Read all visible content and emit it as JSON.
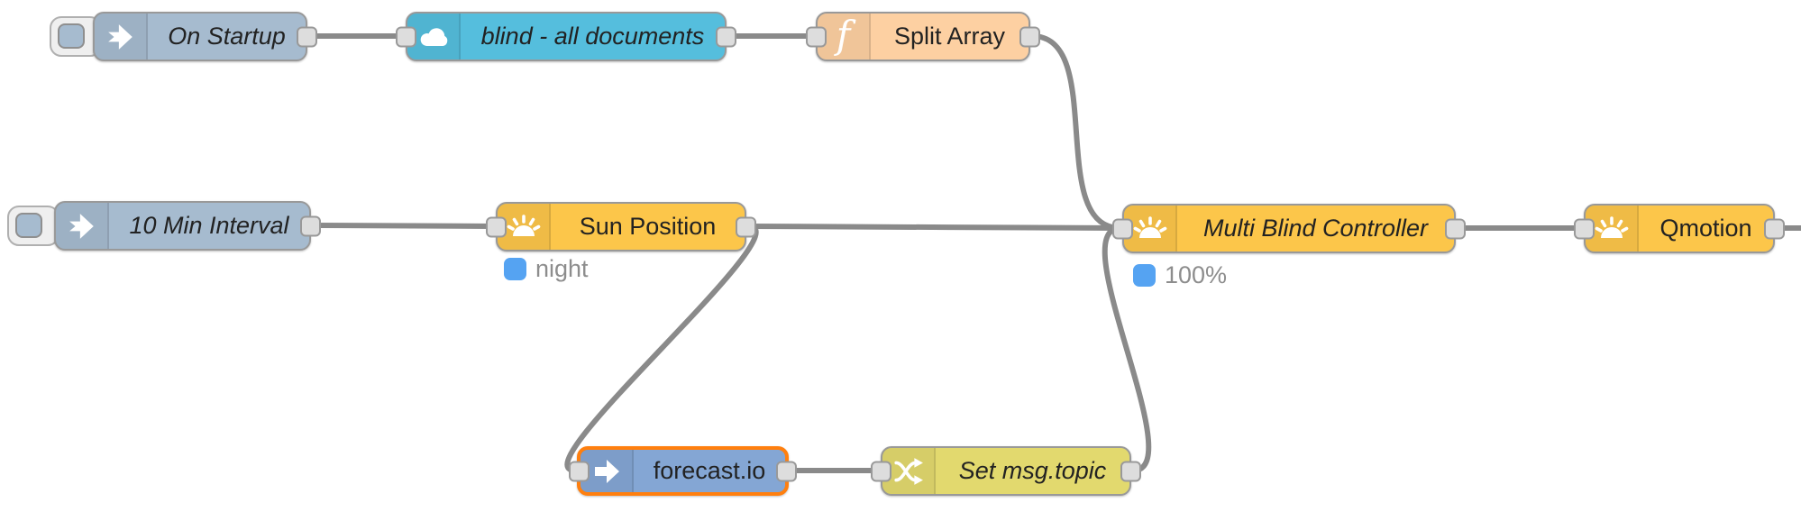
{
  "app": {
    "name": "Node-RED flow editor canvas"
  },
  "colors": {
    "inject_node": "#a6bbcf",
    "cloud_node": "#55bedd",
    "function_node": "#fdd0a2",
    "sun_node": "#fcc64a",
    "forecast_node": "#84a6d4",
    "change_node": "#e2d96e",
    "selected_border": "#ff7f0e",
    "status_dot": "#55a3f2",
    "wire": "#8a8a8a",
    "node_border": "#999999"
  },
  "nodes": {
    "on_startup": {
      "label": "On Startup",
      "icon": "inject-arrow-icon"
    },
    "blind_all_documents": {
      "label": "blind - all documents",
      "icon": "cloud-icon"
    },
    "split_array": {
      "label": "Split Array",
      "icon": "function-f-icon",
      "icon_glyph": "f"
    },
    "ten_min_interval": {
      "label": "10 Min Interval",
      "icon": "inject-arrow-icon"
    },
    "sun_position": {
      "label": "Sun Position",
      "icon": "sunrise-icon",
      "status": "night"
    },
    "multi_blind_controller": {
      "label": "Multi Blind Controller",
      "icon": "sunrise-icon",
      "status": "100%"
    },
    "qmotion": {
      "label": "Qmotion",
      "icon": "sunrise-icon"
    },
    "forecast_io": {
      "label": "forecast.io",
      "icon": "arrow-right-icon",
      "selected": true
    },
    "set_msg_topic": {
      "label": "Set msg.topic",
      "icon": "shuffle-icon"
    }
  }
}
